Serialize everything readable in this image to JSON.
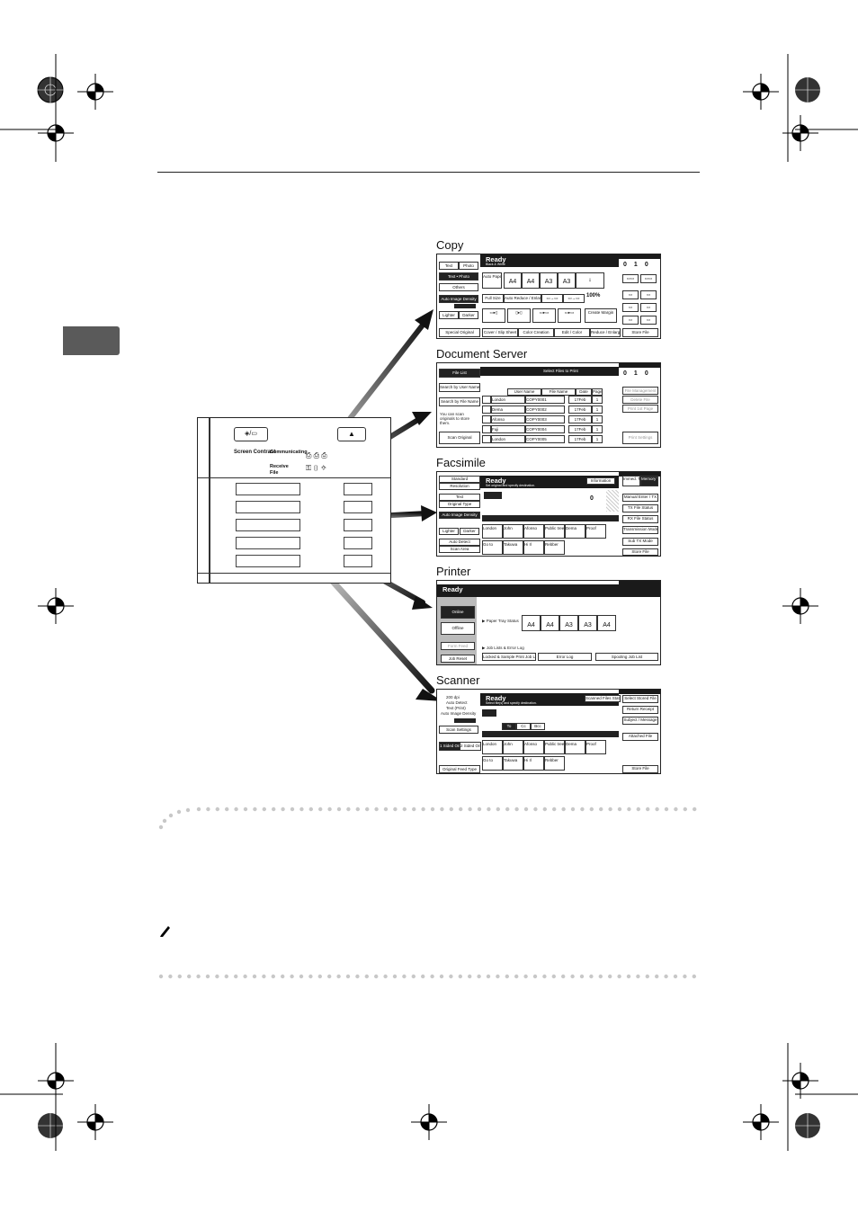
{
  "sections": {
    "copy": "Copy",
    "document_server": "Document Server",
    "facsimile": "Facsimile",
    "printer": "Printer",
    "scanner": "Scanner"
  },
  "copy_screen": {
    "status": "Ready",
    "sub": "Black & White",
    "buttons": [
      "Text",
      "Photo",
      "Text • Photo",
      "Others",
      "Auto Image Density",
      "Lighter",
      "Darker",
      "Full Size",
      "Auto Reduce / Enlarge",
      "Special Original",
      "Cover / Slip Sheet",
      "Color Creation",
      "Edit / Color",
      "Reduce / Enlarge",
      "Store File"
    ],
    "paper": [
      "A4",
      "A4",
      "A3",
      "A3"
    ],
    "ratio": "100%",
    "counts": [
      "0",
      "1",
      "0"
    ]
  },
  "docserver_screen": {
    "title": "Select Files to Print",
    "left_buttons": [
      "File List",
      "Search by User Name",
      "Search by File Name",
      "Scan Original"
    ],
    "hint": "You can scan originals to store them.",
    "columns": [
      "User Name",
      "File Name",
      "Date",
      "Page"
    ],
    "rows": [
      {
        "user": "London",
        "file": "COPY0001",
        "date": "17Feb",
        "page": "1"
      },
      {
        "user": "Dema",
        "file": "COPY0002",
        "date": "17Feb",
        "page": "1"
      },
      {
        "user": "Afonso",
        "file": "COPY0003",
        "date": "17Feb",
        "page": "1"
      },
      {
        "user": "Fuji",
        "file": "COPY0004",
        "date": "17Feb",
        "page": "1"
      },
      {
        "user": "London",
        "file": "COPY0005",
        "date": "17Feb",
        "page": "1"
      }
    ],
    "right_buttons": [
      "File Management",
      "Delete File",
      "Print 1st Page",
      "Print Settings"
    ],
    "counts": [
      "0",
      "1",
      "0"
    ]
  },
  "fax_screen": {
    "status": "Ready",
    "sub": "Set original and specify destination.",
    "left_buttons": [
      "Standard",
      "Resolution",
      "Text",
      "Original Type",
      "Auto Image Density",
      "Lighter",
      "Darker",
      "Auto Detect",
      "Scan Area"
    ],
    "destinations": [
      "London",
      "John",
      "Afonso",
      "Public trees",
      "Dema",
      "Proof",
      "Go to",
      "Takuwa",
      "Hi Il",
      "Rebber"
    ],
    "right_buttons": [
      "Immed. TX",
      "Memory TX",
      "Manual Enter / TX",
      "TX File Status",
      "RX File Status",
      "Transmission Mode",
      "Sub TX Mode",
      "Store File"
    ],
    "info": "Information",
    "total": "0"
  },
  "printer_screen": {
    "status": "Ready",
    "buttons": [
      "Online",
      "Offline",
      "Form Feed",
      "Job Reset"
    ],
    "tray_label": "Paper Tray Status",
    "trays": [
      "A4",
      "A4",
      "A3",
      "A3",
      "A4"
    ],
    "list_label": "Job Lists & Error Log",
    "bottom_buttons": [
      "Locked & Sample Print Job List",
      "Error Log",
      "Spooling Job List"
    ]
  },
  "scanner_screen": {
    "status": "Ready",
    "sub": "Select file(s) and specify destination.",
    "left_text": [
      "200 dpi",
      "Auto Detect",
      "Text (Print)",
      "Auto Image Density"
    ],
    "left_buttons": [
      "Scan Settings",
      "1 Sided Orig.",
      "2 Sided Orig.",
      "Original Feed Type"
    ],
    "destinations": [
      "London",
      "John",
      "Afonso",
      "Public trees",
      "Dema",
      "Proof",
      "Go to",
      "Takuwa",
      "Hi Il",
      "Rebber"
    ],
    "right_buttons": [
      "Scanned Files Status",
      "Select Stored File",
      "Return Receipt",
      "Subject / Message",
      "Attached File",
      "Store File"
    ],
    "tabs": [
      "To",
      "Cc",
      "Bcc"
    ]
  },
  "control_panel": {
    "left_labels": [
      "Screen Contrast"
    ],
    "mid_labels": [
      "Communicating",
      "Receive File"
    ]
  }
}
